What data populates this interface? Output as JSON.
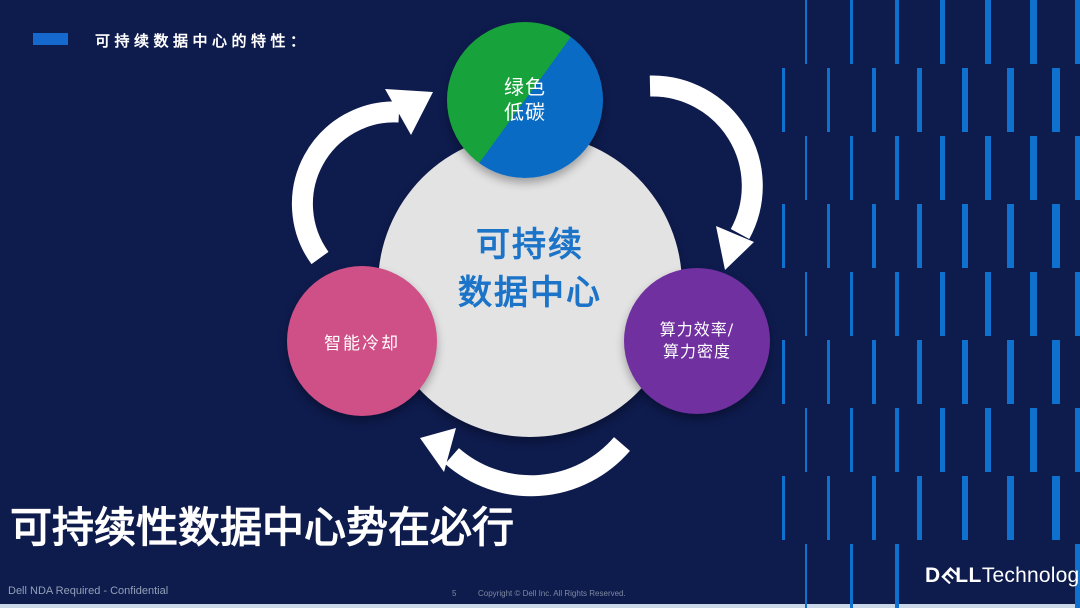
{
  "slide": {
    "header": {
      "label": "可持续数据中心的特性："
    },
    "diagram": {
      "center": {
        "line1": "可持续",
        "line2": "数据中心"
      },
      "top": {
        "line1": "绿色",
        "line2": "低碳"
      },
      "left": {
        "label": "智能冷却"
      },
      "right": {
        "line1": "算力效率/",
        "line2": "算力密度"
      }
    },
    "title": "可持续性数据中心势在必行",
    "footer": {
      "left": "Dell NDA Required - Confidential",
      "page": "5",
      "copyright": "Copyright © Dell Inc. All Rights Reserved.",
      "logo": {
        "d": "D",
        "e": "E",
        "ll": "LL",
        "tech": "Technologies"
      }
    },
    "colors": {
      "background": "#0E1B4D",
      "bar_blue": "#1070CE",
      "bullet_blue": "#1568CE",
      "circle_green": "#17A23C",
      "circle_blue": "#0A6BC4",
      "circle_pink": "#CF4F87",
      "circle_purple": "#7030A0",
      "hub_gray": "#E3E3E4",
      "hub_text_blue": "#1C74C8",
      "arrow_white": "#FFFFFF",
      "footer_text": "#93A0B8",
      "copyright_text": "#7E89A0",
      "bottom_line": "#C9D7E9"
    }
  }
}
